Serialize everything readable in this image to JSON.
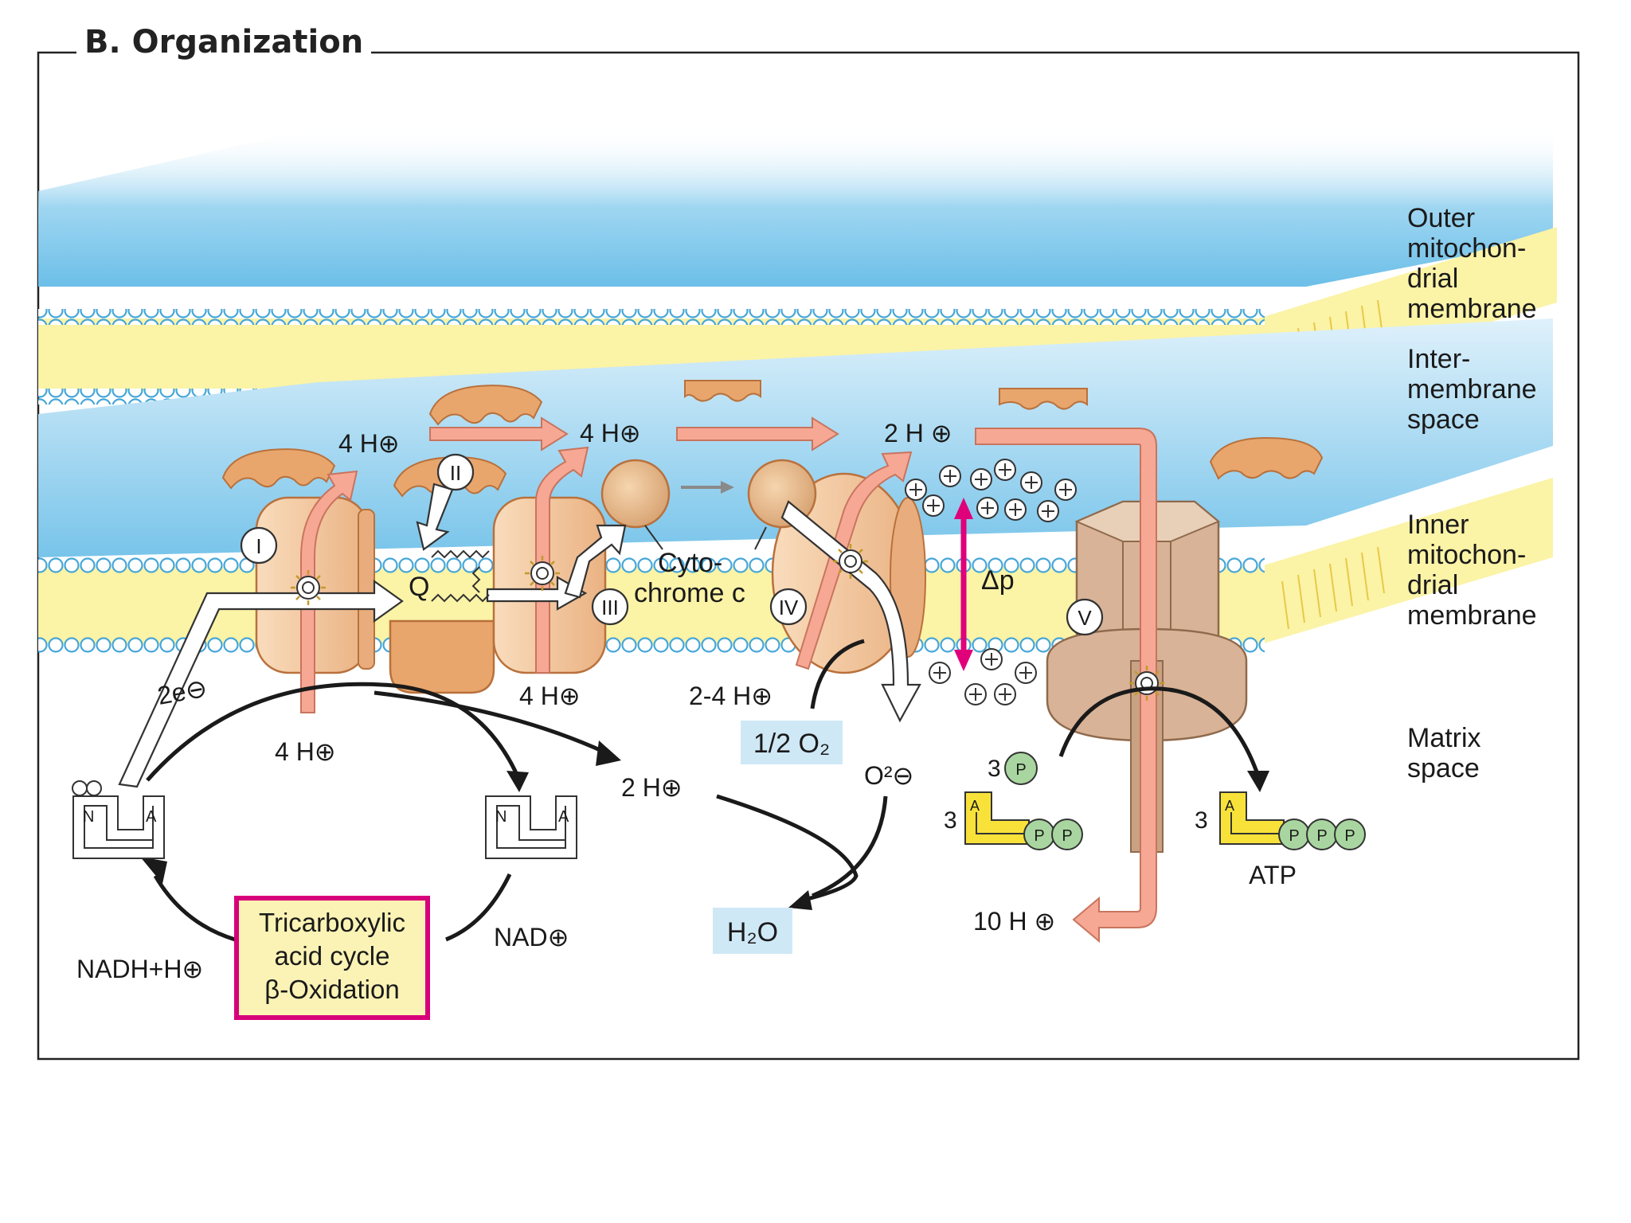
{
  "title": "B. Organization",
  "colors": {
    "membrane_blue": "#7cc6ea",
    "membrane_yellow": "#fbf3a6",
    "protein": "#f2c69a",
    "protein_dark": "#d98e55",
    "arrow_pink": "#f6a894",
    "magenta": "#e0007a",
    "atp_synthase": "#d8b397"
  },
  "labels": {
    "outer_1": "Outer",
    "outer_2": "mitochon-",
    "outer_3": "drial",
    "outer_4": "membrane",
    "inter_1": "Inter-",
    "inter_2": "membrane",
    "inter_3": "space",
    "inner_1": "Inner",
    "inner_2": "mitochon-",
    "inner_3": "drial",
    "inner_4": "membrane",
    "matrix_1": "Matrix",
    "matrix_2": "space"
  },
  "complexes": {
    "c1": "I",
    "c2": "II",
    "c3": "III",
    "c4": "IV",
    "c5": "V",
    "q": "Q",
    "cyto_1": "Cyto-",
    "cyto_2": "chrome c"
  },
  "protons": {
    "top_a": "4 H⊕",
    "top_b": "4 H⊕",
    "top_c": "2 H ⊕",
    "bottom_i": "4 H⊕",
    "bottom_iii": "4 H⊕",
    "bottom_iv": "2-4 H⊕",
    "matrix_2h": "2 H⊕",
    "ten_h": "10 H ⊕",
    "delta_p": "Δp"
  },
  "left_cycle": {
    "electrons": "2e⊖",
    "n1": "N",
    "a1": "A",
    "n2": "N",
    "a2": "A",
    "nadh": "NADH+H⊕",
    "nad": "NAD⊕",
    "tca_1": "Tricarboxylic",
    "tca_2": "acid cycle",
    "tca_3": "β-Oxidation"
  },
  "oxygen": {
    "half_o2": "1/2 O₂",
    "o2minus": "O²⊖",
    "water": "H₂O"
  },
  "atp": {
    "n_p": "3",
    "p": "P",
    "n_adp": "3",
    "adp_a": "A",
    "adp_p1": "P",
    "adp_p2": "P",
    "n_atp": "3",
    "atp_a": "A",
    "atp_p1": "P",
    "atp_p2": "P",
    "atp_p3": "P",
    "atp_label": "ATP"
  }
}
